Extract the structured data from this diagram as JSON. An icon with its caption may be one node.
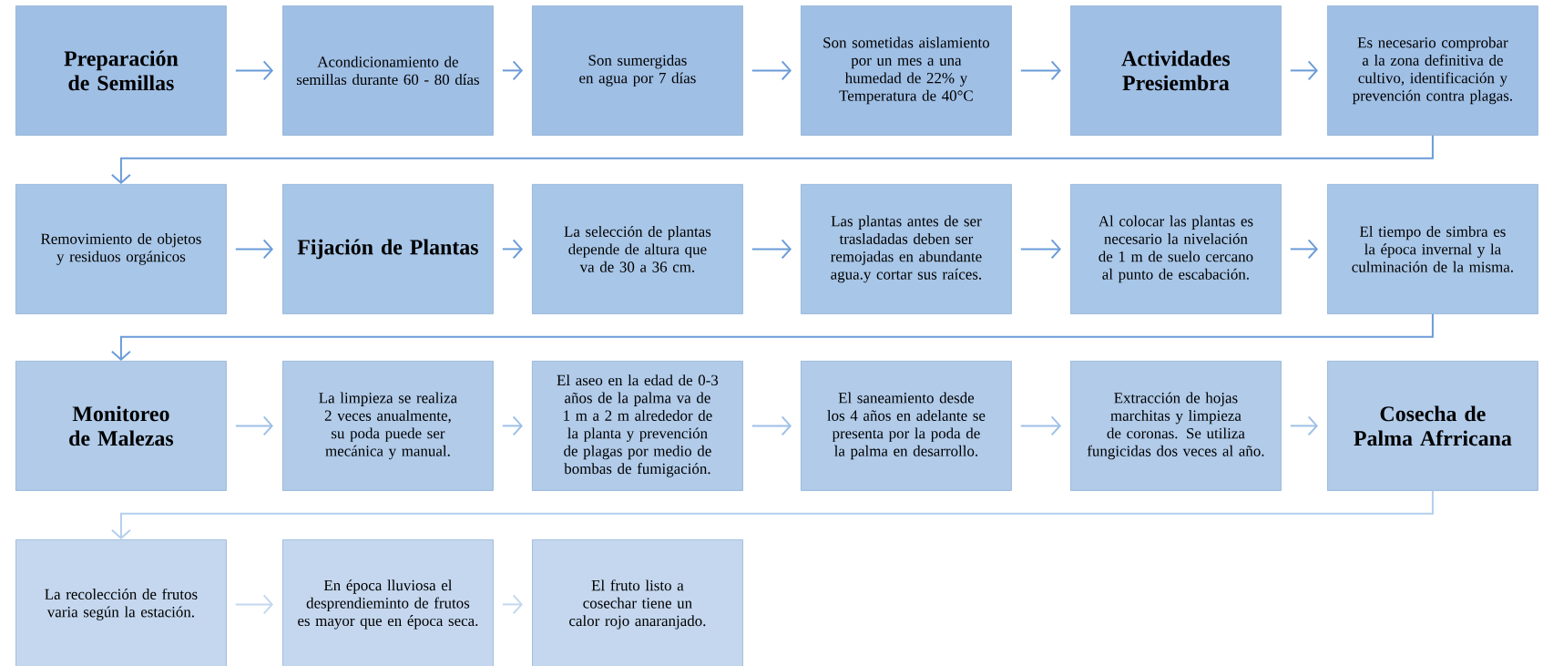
{
  "diagram": {
    "nodes": [
      {
        "text": [
          "Preparación de Semillas"
        ]
      },
      {
        "text": [
          "Acondicionamiento de semillas durante 60 - 80 días"
        ]
      },
      {
        "text": [
          "Son sumergidas en agua por 7 días"
        ]
      },
      {
        "text": [
          "Son sometidas aislamiento por un mes a una humedad de 22% y Temperatura de 40°C"
        ]
      },
      {
        "text": [
          "Actividades Presiembra"
        ]
      },
      {
        "text": [
          "Es necesario comprobar a la zona definitiva de cultivo, identificación y prevención contra plagas."
        ]
      },
      {
        "text": [
          "Removimiento de objetos y residuos orgánicos"
        ]
      },
      {
        "text": [
          "Fijación de Plantas"
        ]
      },
      {
        "text": [
          "La selección de plantas depende de altura que va de 30 a 36 cm."
        ]
      },
      {
        "text": [
          "Las plantas antes de ser trasladadas deben ser remojadas en abundante agua.y cortar sus raíces."
        ]
      },
      {
        "text": [
          "Al colocar las plantas es necesario la nivelación de 1 m de suelo cercano al punto de escabación."
        ]
      },
      {
        "text": [
          "El tiempo de simbra es la época invernal y la culminación de la misma."
        ]
      },
      {
        "text": [
          "Monitoreo de Malezas"
        ]
      },
      {
        "text": [
          "La limpieza se realiza 2 veces anualmente, su poda puede ser mecánica y manual."
        ]
      },
      {
        "text": [
          "El aseo en la edad de 0-3 años de la palma va de 1 m a 2 m alrededor de la planta y prevención de plagas por medio de bombas de fumigación."
        ]
      },
      {
        "text": [
          "El saneamiento desde los 4 años en adelante se presenta por la poda de la palma en desarrollo."
        ]
      },
      {
        "text": [
          "Extracción de hojas marchitas y limpieza de coronas. Se utiliza fungicidas dos veces al año."
        ]
      },
      {
        "text": [
          "Cosecha de Palma Afrricana"
        ]
      },
      {
        "text": [
          "La recolección de frutos varia según la estación."
        ]
      },
      {
        "text": [
          "En época lluviosa el desprendieminto de frutos es mayor que en época seca."
        ]
      },
      {
        "text": [
          "El fruto listo a cosechar tiene un calor rojo anaranjado."
        ]
      }
    ],
    "edges": [
      {
        "from": 0,
        "to": 1,
        "arrow": "to"
      },
      {
        "from": 1,
        "to": 2,
        "arrow": "to"
      },
      {
        "from": 2,
        "to": 3,
        "arrow": "to"
      },
      {
        "from": 3,
        "to": 4,
        "arrow": "to"
      },
      {
        "from": 4,
        "to": 5,
        "arrow": "to"
      },
      {
        "from": 5,
        "to": 6,
        "arrow": "to"
      },
      {
        "from": 6,
        "to": 7,
        "arrow": "to"
      },
      {
        "from": 7,
        "to": 8,
        "arrow": "to"
      },
      {
        "from": 8,
        "to": 9,
        "arrow": "to"
      },
      {
        "from": 9,
        "to": 10,
        "arrow": "to"
      },
      {
        "from": 10,
        "to": 11,
        "arrow": "to"
      },
      {
        "from": 11,
        "to": 12,
        "arrow": "to"
      },
      {
        "from": 12,
        "to": 13,
        "arrow": "to",
        "color": "#9dbfe6"
      },
      {
        "from": 13,
        "to": 14,
        "arrow": "to",
        "color": "#9dbfe6"
      },
      {
        "from": 14,
        "to": 15,
        "arrow": "to",
        "color": "#9dbfe6"
      },
      {
        "from": 15,
        "to": 16,
        "arrow": "to",
        "color": "#9dbfe6"
      },
      {
        "from": 16,
        "to": 17,
        "arrow": "to",
        "color": "#9dbfe6"
      },
      {
        "from": 17,
        "to": 18,
        "arrow": "to",
        "color": "#b3ceee"
      },
      {
        "from": 18,
        "to": 19,
        "arrow": "to",
        "color": "#c3d7ef"
      },
      {
        "from": 19,
        "to": 20,
        "arrow": "to",
        "color": "#c3d7ef"
      }
    ]
  }
}
